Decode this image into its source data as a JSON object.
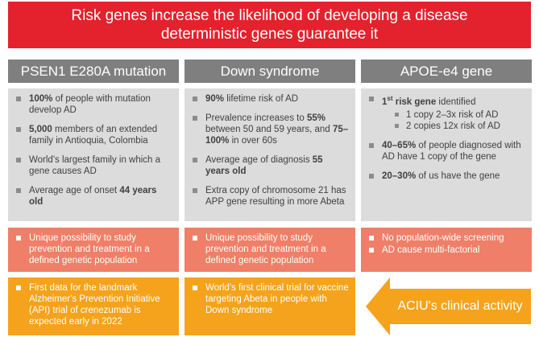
{
  "banner": {
    "line1": "Risk genes increase the likelihood of developing a disease",
    "line2": "deterministic genes guarantee it"
  },
  "columns": [
    {
      "title": "PSEN1 E280A mutation"
    },
    {
      "title": "Down syndrome"
    },
    {
      "title": "APOE-e4 gene"
    }
  ],
  "col1": {
    "b1": {
      "strong": "100%",
      "rest": " of people with mutation develop AD"
    },
    "b2": {
      "strong": "5,000",
      "rest": " members of an extended family in Antioquia, Colombia"
    },
    "b3": {
      "text": "World's largest family in which a gene causes AD"
    },
    "b4": {
      "pre": "Average age of onset ",
      "strong": "44 years old"
    },
    "salmon": "Unique possibility to study prevention and treatment in a defined genetic population",
    "orange": "First data for the landmark Alzheimer's Prevention Initiative (API) trial of crenezumab is expected early in 2022"
  },
  "col2": {
    "b1": {
      "strong": "90%",
      "rest": " lifetime risk of AD"
    },
    "b2": {
      "pre": "Prevalence increases to ",
      "strong1": "55%",
      "mid": " between 50 and 59 years, and ",
      "strong2": "75–100%",
      "rest": " in over 60s"
    },
    "b3": {
      "pre": "Average age of diagnosis ",
      "strong": "55 years old"
    },
    "b4": {
      "text": "Extra copy of chromosome 21 has APP gene resulting in more Abeta"
    },
    "salmon": "Unique possibility to study prevention and treatment in a defined genetic population",
    "orange": "World's first clinical trial for vaccine targeting Abeta in people with Down syndrome"
  },
  "col3": {
    "b1": {
      "strong": "1",
      "sup": "st",
      "strong2": " risk gene",
      "rest": " identified"
    },
    "sub1": "1 copy 2–3x risk of AD",
    "sub2": "2 copies 12x risk of AD",
    "b2": {
      "strong": "40–65%",
      "rest": " of people diagnosed with AD have 1 copy of the gene"
    },
    "b3": {
      "strong": "20–30%",
      "rest": " of us have the gene"
    },
    "salmon1": "No population-wide screening",
    "salmon2": "AD cause multi-factorial"
  },
  "arrow": {
    "label": "ACIU's clinical activity"
  },
  "colors": {
    "banner": "#e3222d",
    "header": "#7f7f7f",
    "panel": "#dcdcdc",
    "salmon": "#ef7f68",
    "orange": "#f5a31c"
  }
}
